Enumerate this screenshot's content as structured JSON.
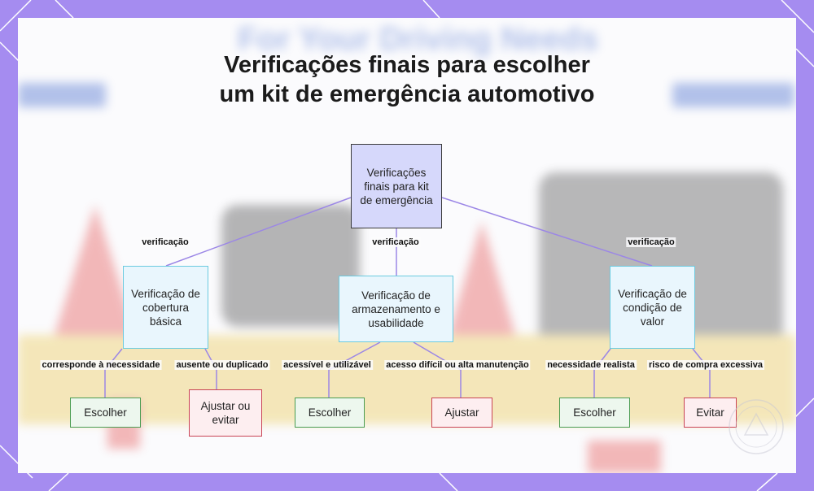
{
  "title": "Verificações finais para escolher um kit de emergência automotivo",
  "background_text": "For Your Driving Needs",
  "colors": {
    "frame": "#a58cf0",
    "connector": "#9b86e6",
    "root_fill": "#d6d8fb",
    "check_fill": "#e9f6fd",
    "check_border": "#6bcbe0",
    "positive_border": "#4a9c51",
    "negative_border": "#c94455"
  },
  "diagram": {
    "root": "Verificações finais para kit de emergência",
    "edge_to_check": "verificação",
    "checks": [
      {
        "label": "Verificação de cobertura básica",
        "outcomes": [
          {
            "edge": "corresponde à necessidade",
            "result": "Escolher"
          },
          {
            "edge": "ausente ou duplicado",
            "result": "Ajustar ou evitar"
          }
        ]
      },
      {
        "label": "Verificação de armazenamento e usabilidade",
        "outcomes": [
          {
            "edge": "acessível e utilizável",
            "result": "Escolher"
          },
          {
            "edge": "acesso difícil ou alta manutenção",
            "result": "Ajustar"
          }
        ]
      },
      {
        "label": "Verificação de condição de valor",
        "outcomes": [
          {
            "edge": "necessidade realista",
            "result": "Escolher"
          },
          {
            "edge": "risco de compra excessiva",
            "result": "Evitar"
          }
        ]
      }
    ]
  }
}
